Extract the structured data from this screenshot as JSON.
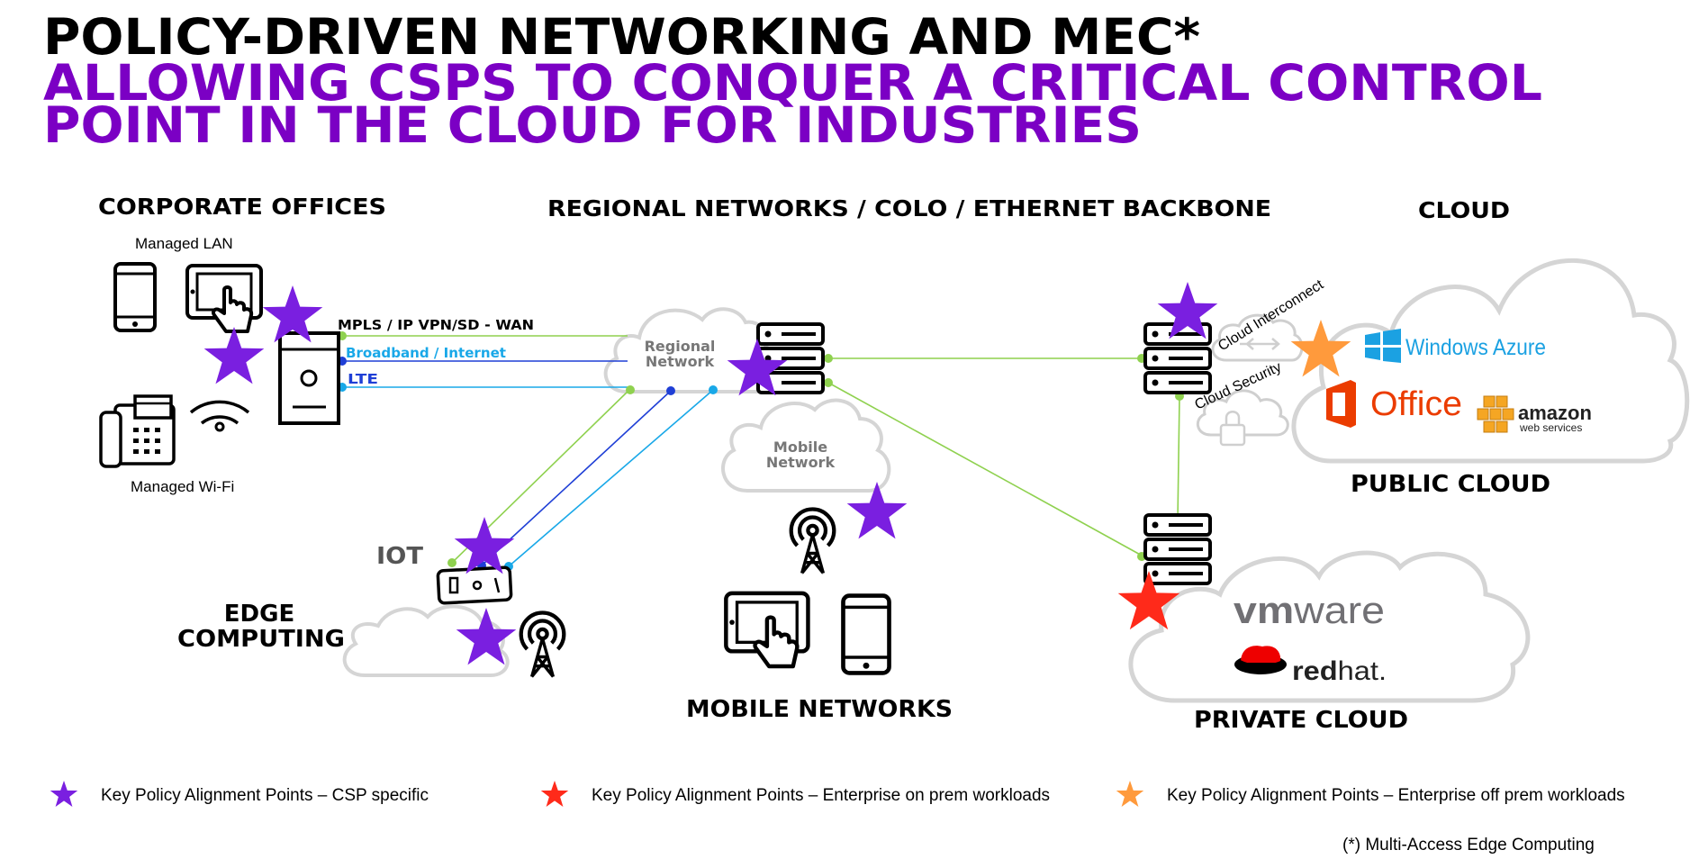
{
  "title": {
    "line1": "POLICY-DRIVEN NETWORKING AND MEC*",
    "line2": "ALLOWING CSPS TO CONQUER A CRITICAL CONTROL",
    "line3": "POINT IN THE CLOUD FOR INDUSTRIES"
  },
  "sections": {
    "corporate": "CORPORATE OFFICES",
    "regional": "REGIONAL NETWORKS / COLO / ETHERNET BACKBONE",
    "cloud": "CLOUD",
    "public_cloud": "PUBLIC CLOUD",
    "private_cloud": "PRIVATE CLOUD",
    "mobile_networks": "MOBILE NETWORKS",
    "edge_computing_1": "EDGE",
    "edge_computing_2": "COMPUTING",
    "iot": "IOT"
  },
  "labels": {
    "managed_lan": "Managed LAN",
    "managed_wifi": "Managed Wi-Fi",
    "link_mpls": "MPLS / IP VPN/SD - WAN",
    "link_broadband": "Broadband / Internet",
    "link_lte": "LTE",
    "regional_network_1": "Regional",
    "regional_network_2": "Network",
    "mobile_network_1": "Mobile",
    "mobile_network_2": "Network",
    "cloud_interconnect": "Cloud Interconnect",
    "cloud_security": "Cloud Security"
  },
  "logos": {
    "windows_azure": "Windows Azure",
    "office": "Office",
    "amazon_1": "amazon",
    "amazon_2": "web services",
    "vmware_1": "vm",
    "vmware_2": "ware",
    "redhat_1": "red",
    "redhat_2": "hat."
  },
  "legend": [
    {
      "color": "#7a1fe0",
      "text": "Key Policy Alignment Points – CSP specific"
    },
    {
      "color": "#ff2a1a",
      "text": "Key Policy Alignment Points – Enterprise on prem workloads"
    },
    {
      "color": "#ff9a3c",
      "text": "Key Policy Alignment Points – Enterprise off prem workloads"
    }
  ],
  "footnote": "(*) Multi-Access Edge Computing",
  "colors": {
    "purple": "#7a1fe0",
    "title_purple": "#7b00c4",
    "red": "#ff2a1a",
    "orange": "#ff9a3c",
    "green": "#8fd14f",
    "blue": "#1f3fd6",
    "cyan": "#19a8e8",
    "cloud_grey": "#d5d5d5"
  }
}
